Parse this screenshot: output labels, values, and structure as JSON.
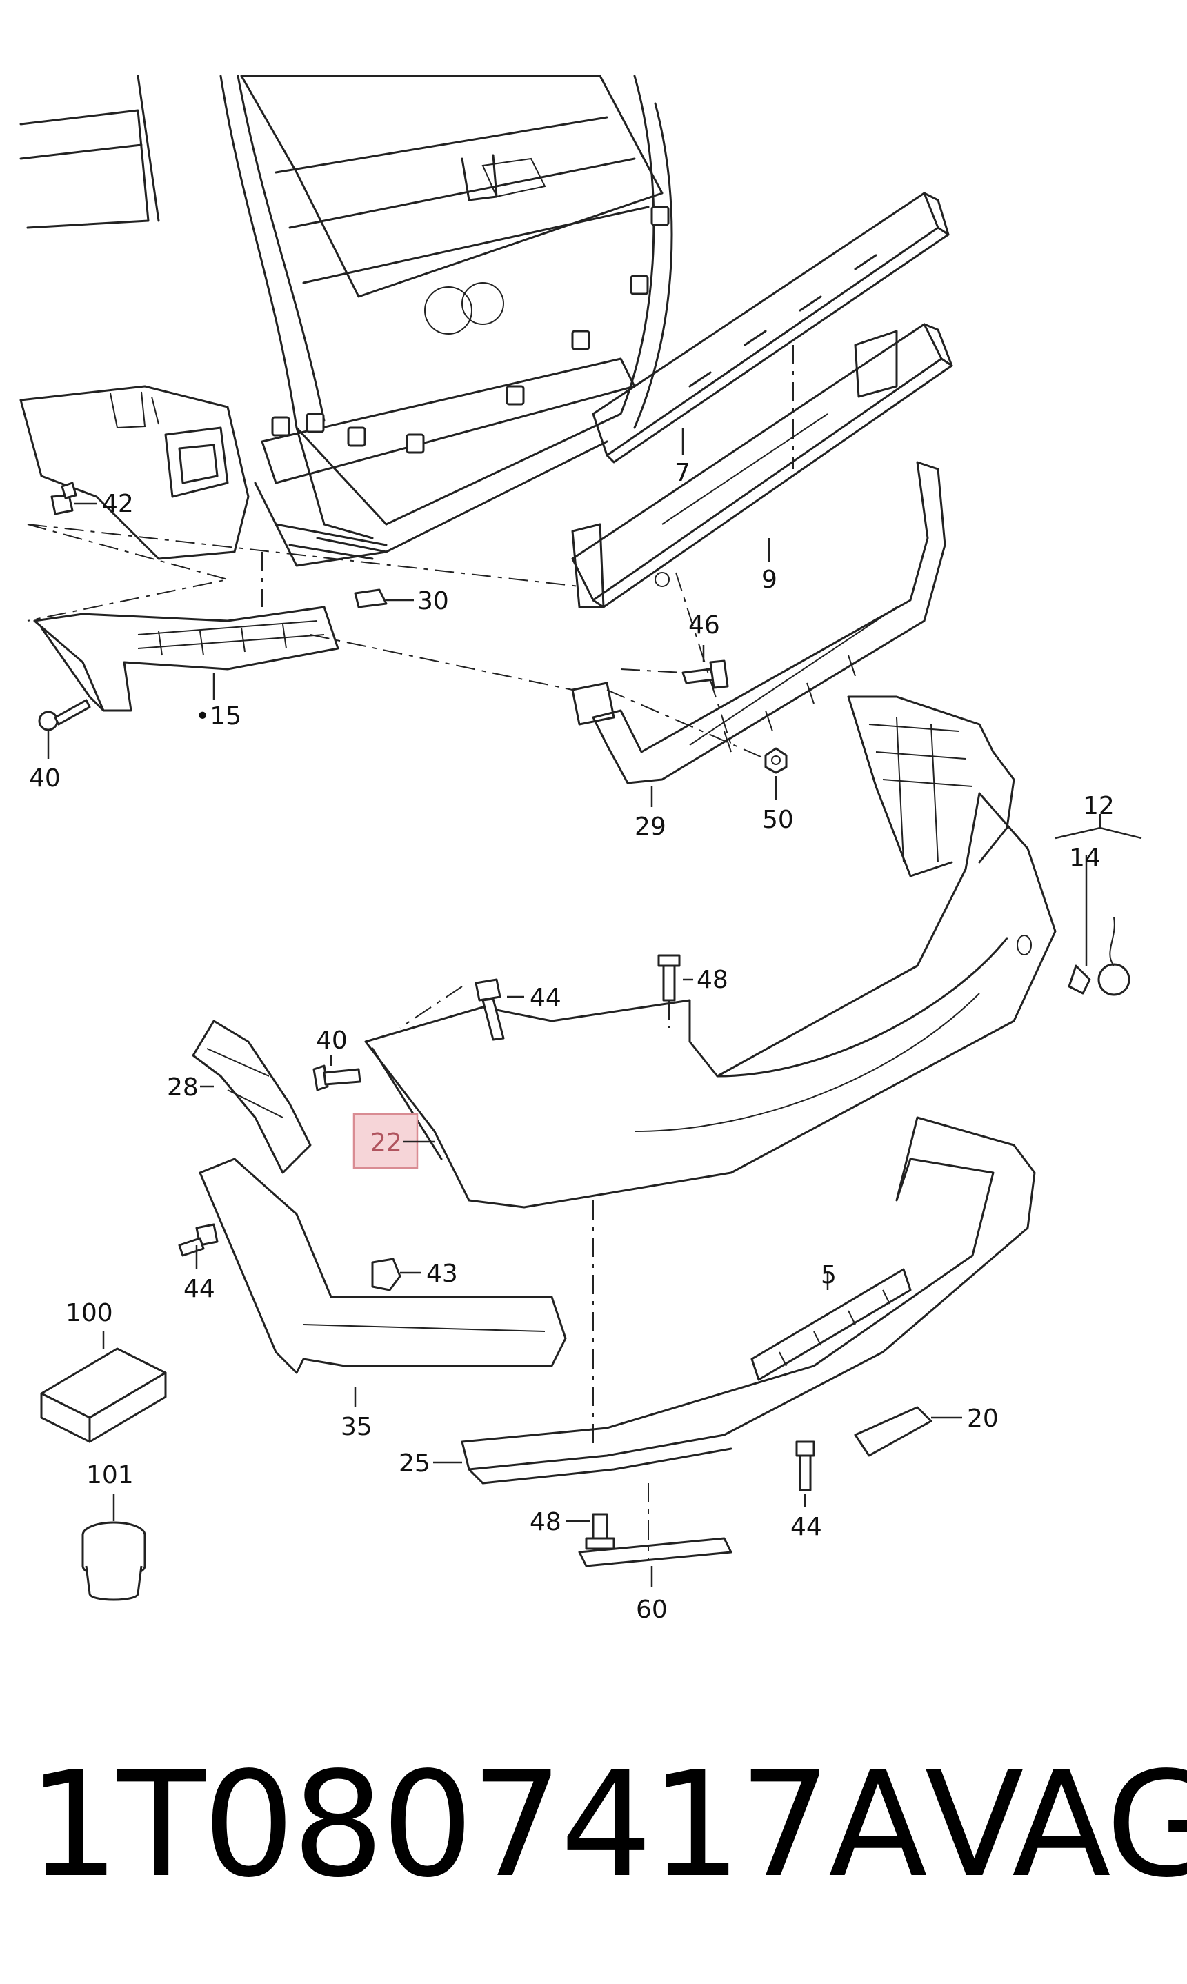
{
  "labels": {
    "l7": "7",
    "l9": "9",
    "l12": "12",
    "l14": "14",
    "l15": "•15",
    "l5": "5",
    "l20": "20",
    "l22": "22",
    "l25": "25",
    "l28": "28",
    "l29": "29",
    "l30": "30",
    "l35": "35",
    "l40a": "40",
    "l40b": "40",
    "l42": "42",
    "l43": "43",
    "l44a": "44",
    "l44b": "44",
    "l44c": "44",
    "l46": "46",
    "l48a": "48",
    "l48b": "48",
    "l50": "50",
    "l60": "60",
    "l100": "100",
    "l101": "101"
  },
  "highlight": {
    "color": "#f6d5d8",
    "border": "#d98c93",
    "text_color": "#b0545e"
  },
  "caption": {
    "part_number": "1T0807417A",
    "brand": "VAG"
  }
}
